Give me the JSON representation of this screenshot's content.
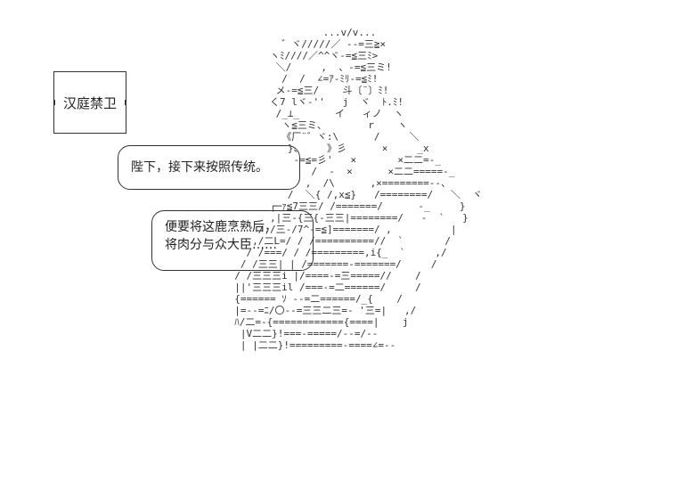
{
  "label": {
    "text": "汉庭禁卫"
  },
  "bubble1": {
    "line1": "陛下，接下来按照传统。"
  },
  "bubble2": {
    "line1": "便要将这鹿烹熟后，",
    "line2": "将肉分与众大臣……"
  },
  "art": {
    "lines": [
      "                 ...v/v...",
      "          ゛ヾ/////／ --=三≧×",
      "        ヽﾐ////／^^ヾ-=≦三ﾐ>",
      "         ＼/     ,  、-=≦三ミ!",
      "          /  /  ∠=ｱ-ﾐﾘ-=≦ﾐ!",
      "         メ-=≦三/    斗〔¨〕ﾐ!",
      "        く7 lヾ-''   j  ヾ  ﾄ.ﾐ!",
      "         /_⊥_      イ   ィノ  ヽ",
      "          ヽ≦三ミ、       r    ヽ",
      "          《厂¨゛ヾ:\\      /     ＼",
      "           }、    》彡      ×     _x",
      "            -=≦=彡'   ×       ×二二=-_",
      "               /  -  ×      ×二二=====-_",
      "              ,  /\\      ,×========--、",
      "           /  ＼{ /,x≦}   /========/   ＼  ヾ",
      "        ┌─ｧ≦7三三/ /=======/      -_     }",
      "        ,|三-{三{-三三|========/   -  `   }",
      "      /,/三-/7^-=≦]=======/ ,          |",
      "     ,/二L=/ / /==========//  `       /",
      "    / /===/ / /=========,i{_  `     ,/",
      "   / /三三| | /=======-=======/     /",
      "  / /三三三i |/====-=三=====//    /",
      "  ||'三三三il /===-=二======/     /",
      "  {====== ｿ --=二======/_{    /",
      "  |=--=ﾆ/〇--=三三二三=- '三=|   ,/",
      "  ﾊ/二=-{============{====|    j",
      "   |V二二}!===-=====/--=/--",
      "   | |二二}!=========-====∠=--"
    ]
  }
}
